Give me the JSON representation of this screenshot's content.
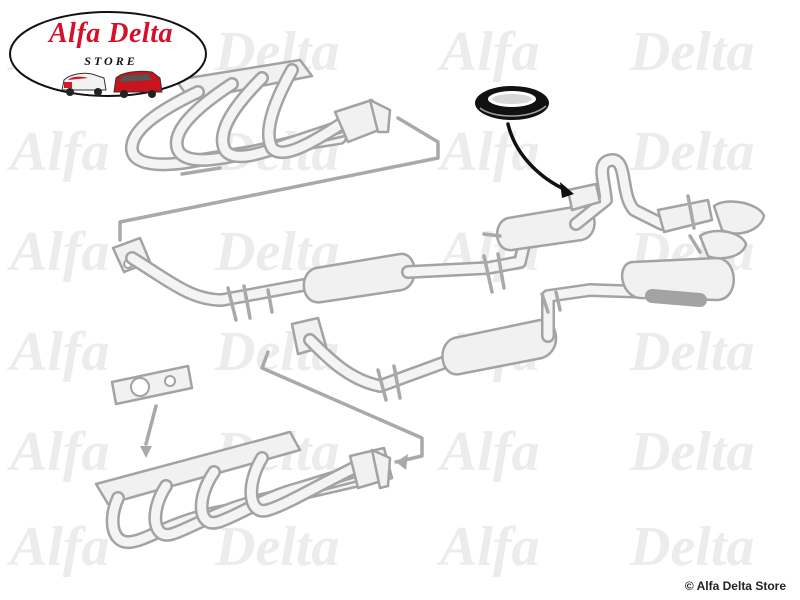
{
  "logo": {
    "script_text": "Alfa Delta",
    "store_text": "STORE"
  },
  "watermark": {
    "left_text": "Alfa",
    "right_text": "Delta"
  },
  "copyright": "© Alfa Delta Store",
  "colors": {
    "logo_red": "#d4102a",
    "logo_outline": "#111111",
    "diagram_grey": "#a3a3a3",
    "watermark": "#ececec",
    "highlight_part": "#111111"
  },
  "highlighted_part": {
    "icon": "rubber-mounting-ring-icon"
  }
}
